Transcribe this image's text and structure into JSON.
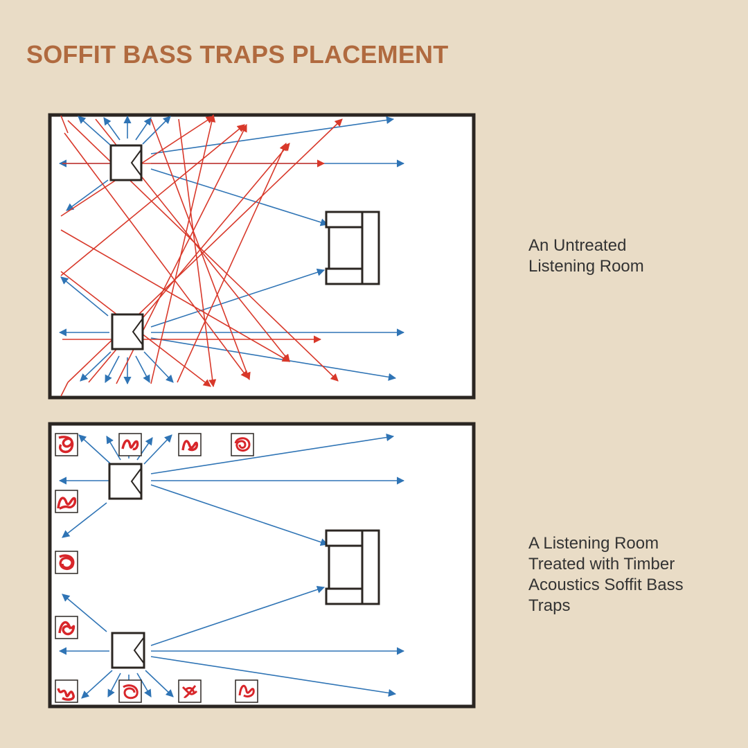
{
  "title": "SOFFIT BASS TRAPS PLACEMENT",
  "colors": {
    "background": "#e9dcc6",
    "title": "#b06a3f",
    "reflection": "#d8382a",
    "direct_sound": "#2f74b5",
    "bass_trap": "#d8262a",
    "wall": "#2b2622"
  },
  "diagrams": [
    {
      "id": "untreated",
      "caption_lines": [
        "An Untreated",
        "Listening Room"
      ]
    },
    {
      "id": "treated",
      "caption_lines": [
        "A Listening Room",
        "Treated with Timber",
        "Acoustics Soffit Bass",
        "Traps"
      ]
    }
  ]
}
